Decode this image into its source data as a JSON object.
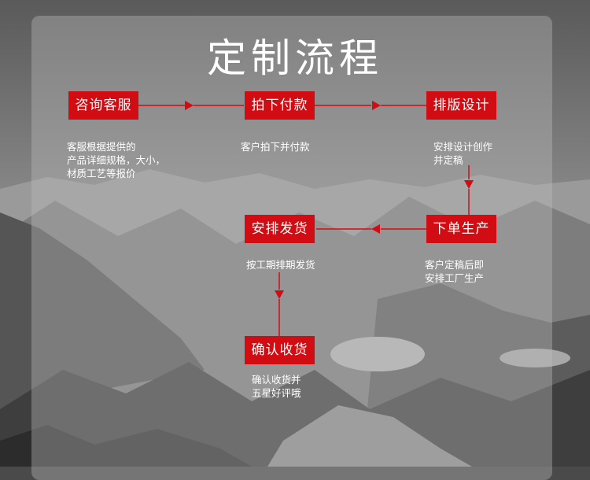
{
  "title": "定制流程",
  "steps": [
    {
      "label": "咨询客服",
      "desc": [
        "客服根据提供的",
        "产品详细规格，大小，",
        "材质工艺等报价"
      ]
    },
    {
      "label": "拍下付款",
      "desc": [
        "客户拍下并付款"
      ]
    },
    {
      "label": "排版设计",
      "desc": [
        "安排设计创作",
        "并定稿"
      ]
    },
    {
      "label": "下单生产",
      "desc": [
        "客户定稿后即",
        "安排工厂生产"
      ]
    },
    {
      "label": "安排发货",
      "desc": [
        "按工期排期发货"
      ]
    },
    {
      "label": "确认收货",
      "desc": [
        "确认收货并",
        "五星好评哦"
      ]
    }
  ],
  "colors": {
    "accent": "#d10c12",
    "text": "#ffffff"
  }
}
